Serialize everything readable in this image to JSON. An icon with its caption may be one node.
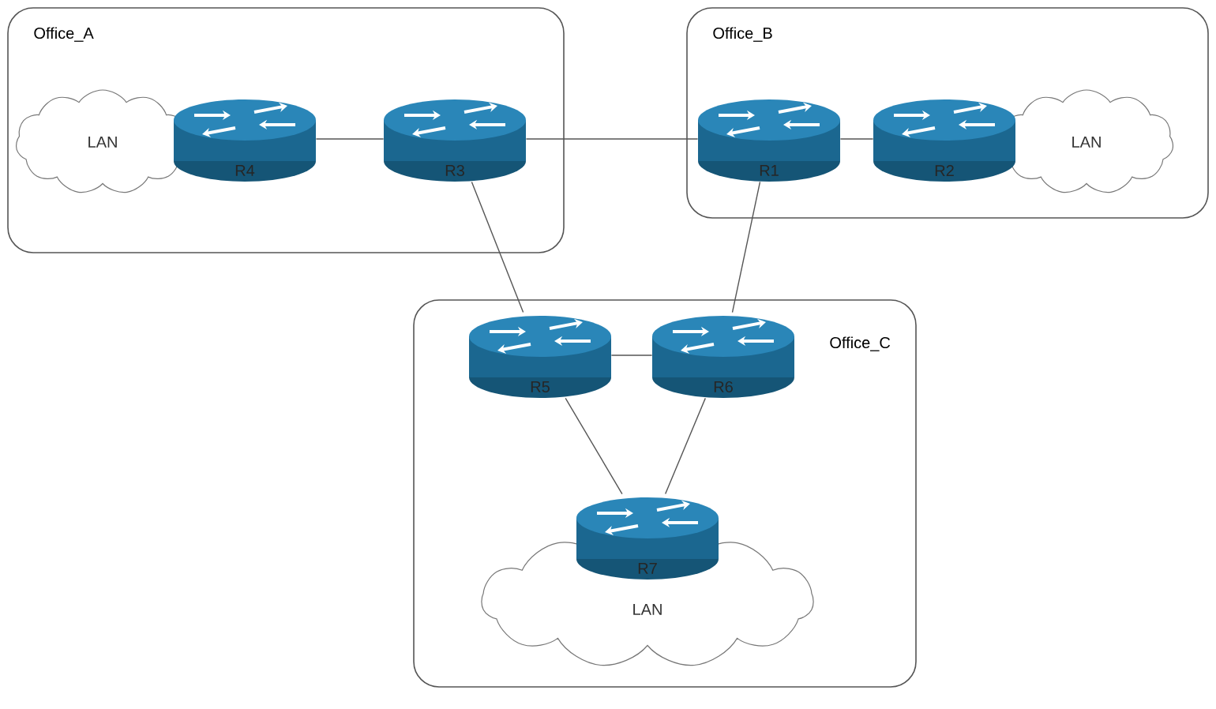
{
  "diagram": {
    "nodes": [
      {
        "text": [
          "Office_A"
        ]
      },
      {
        "text": [
          "LAN"
        ],
        "in": 0
      },
      {
        "text": [
          "R4"
        ],
        "in": 0
      },
      {
        "text": [
          "R3"
        ],
        "in": 0
      },
      {
        "text": [
          "Office_B"
        ]
      },
      {
        "text": [
          "R1"
        ],
        "in": 4
      },
      {
        "text": [
          "R2"
        ],
        "in": 4
      },
      {
        "text": [
          "LAN"
        ],
        "in": 4
      },
      {
        "text": [
          "Office_C"
        ]
      },
      {
        "text": [
          "R5"
        ],
        "in": 8
      },
      {
        "text": [
          "R6"
        ],
        "in": 8
      },
      {
        "text": [
          "LAN"
        ],
        "in": 8
      },
      {
        "text": [
          "R7"
        ],
        "in": 11
      }
    ],
    "edges": [
      {
        "from": 2,
        "to": 3,
        "arrow": "none"
      },
      {
        "from": 3,
        "to": 5,
        "arrow": "none"
      },
      {
        "from": 5,
        "to": 6,
        "arrow": "none"
      },
      {
        "from": 3,
        "to": 9,
        "arrow": "none"
      },
      {
        "from": 5,
        "to": 10,
        "arrow": "none"
      },
      {
        "from": 9,
        "to": 10,
        "arrow": "none"
      },
      {
        "from": 9,
        "to": 12,
        "arrow": "none"
      },
      {
        "from": 10,
        "to": 12,
        "arrow": "none"
      }
    ]
  }
}
